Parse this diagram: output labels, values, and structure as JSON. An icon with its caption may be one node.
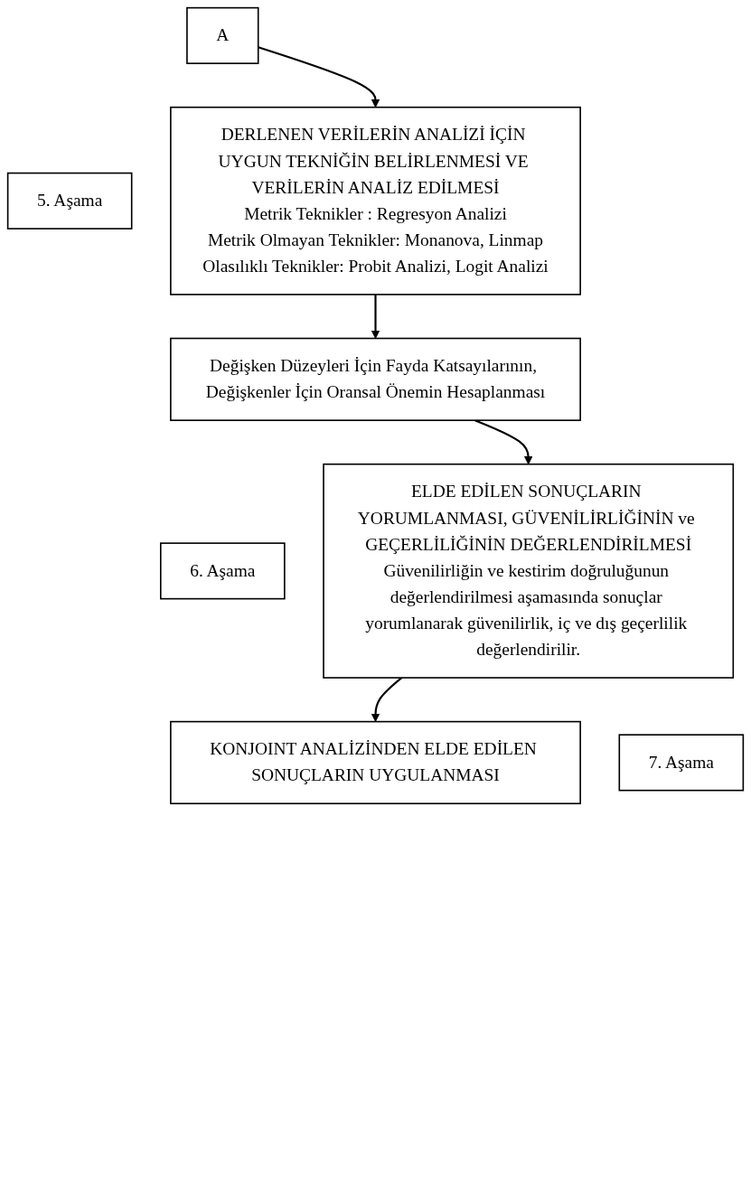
{
  "diagram": {
    "nodes": [
      {
        "text": [
          "A"
        ]
      },
      {
        "text": [
          "5. Aşama"
        ]
      },
      {
        "text": [
          "DERLENEN VERİLERİN ANALİZİ İÇİN UYGUN TEKNİĞİN BELİRLENMESİ VE VERİLERİN ANALİZ EDİLMESİ",
          "Metrik Teknikler : Regresyon Analizi",
          "Metrik Olmayan Teknikler: Monanova, Linmap",
          "Olasılıklı Teknikler: Probit Analizi, Logit Analizi"
        ]
      },
      {
        "text": [
          "Değişken Düzeyleri İçin Fayda Katsayılarının, Değişkenler İçin Oransal Önemin Hesaplanması"
        ]
      },
      {
        "text": [
          "6. Aşama"
        ]
      },
      {
        "text": [
          "ELDE EDİLEN SONUÇLARIN YORUMLANMASI, GÜVENİLİRLİĞİNİN ve GEÇERLİLİĞİNİN DEĞERLENDİRİLMESİ",
          "Güvenilirliğin ve kestirim doğruluğunun değerlendirilmesi aşamasında sonuçlar yorumlanarak güvenilirlik, iç ve dış geçerlilik değerlendirilir."
        ]
      },
      {
        "text": [
          "7. Aşama"
        ]
      },
      {
        "text": [
          "KONJOINT ANALİZİNDEN ELDE EDİLEN SONUÇLARIN UYGULANMASI"
        ]
      }
    ],
    "edges": [
      {
        "from": 0,
        "to": 2,
        "arrow": "to"
      },
      {
        "from": 2,
        "to": 3,
        "arrow": "to"
      },
      {
        "from": 3,
        "to": 5,
        "arrow": "to"
      },
      {
        "from": 5,
        "to": 7,
        "arrow": "to"
      }
    ]
  }
}
